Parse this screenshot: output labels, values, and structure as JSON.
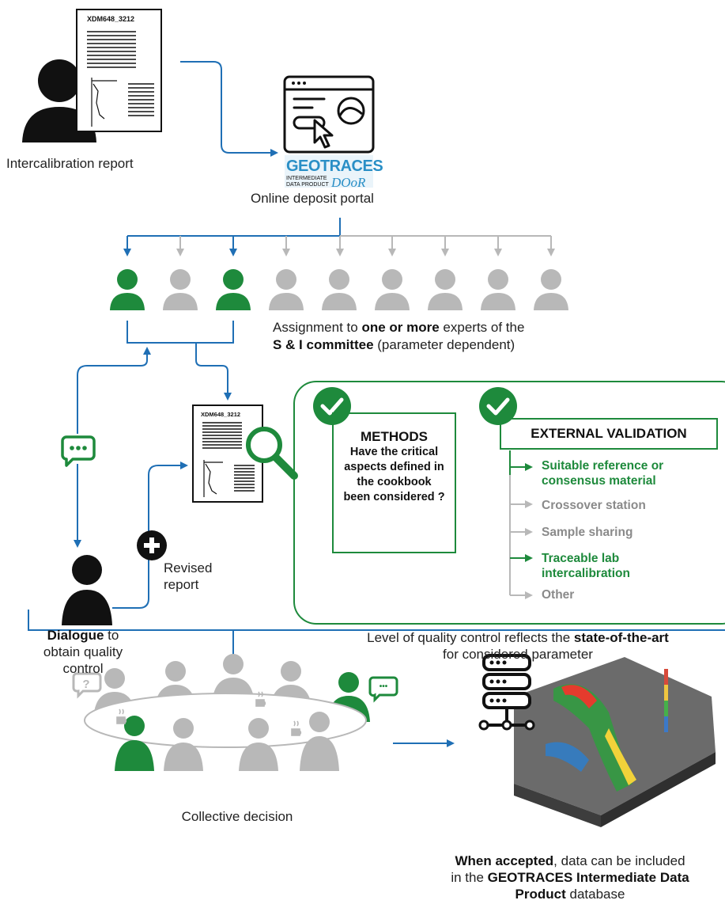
{
  "report_code": "XDM648_3212",
  "labels": {
    "intercal_report": "Intercalibration report",
    "portal_logo_top": "GEOTRACES",
    "portal_logo_sub1": "INTERMEDIATE",
    "portal_logo_sub2": "DATA PRODUCT",
    "portal_logo_door": "DOoR",
    "portal_caption": "Online deposit portal",
    "assign_pre": "Assignment to ",
    "assign_bold": "one or more",
    "assign_post": " experts of the",
    "assign_line2_bold": "S & I committee",
    "assign_line2_post": " (parameter dependent)",
    "methods_title": "METHODS",
    "methods_text": "Have the critical aspects defined in the cookbook been considered ?",
    "ext_title": "EXTERNAL VALIDATION",
    "revised_1": "Revised",
    "revised_2": "report",
    "dialogue_bold": "Dialogue",
    "dialogue_post": " to",
    "dialogue_line2": "obtain quality",
    "dialogue_line3": "control",
    "qc_pre": "Level of quality control reflects the ",
    "qc_bold": "state-of-the-art",
    "qc_line2": "for considered parameter",
    "collective": "Collective decision",
    "accepted_bold": "When accepted",
    "accepted_post": ", data can be included",
    "accepted_line2_pre": "in the ",
    "accepted_line2_bold": "GEOTRACES Intermediate Data",
    "accepted_line3_bold": "Product",
    "accepted_line3_post": " database",
    "question_mark": "?",
    "chat_dots": "•••"
  },
  "validation_items": [
    {
      "lines": [
        "Suitable reference or",
        "consensus material"
      ],
      "status": "selected"
    },
    {
      "lines": [
        "Crossover station"
      ],
      "status": "unselected"
    },
    {
      "lines": [
        "Sample sharing"
      ],
      "status": "unselected"
    },
    {
      "lines": [
        "Traceable lab",
        "intercalibration"
      ],
      "status": "selected"
    },
    {
      "lines": [
        "Other"
      ],
      "status": "unselected"
    }
  ],
  "experts": [
    {
      "selected": true
    },
    {
      "selected": false
    },
    {
      "selected": true
    },
    {
      "selected": false
    },
    {
      "selected": false
    },
    {
      "selected": false
    },
    {
      "selected": false
    },
    {
      "selected": false
    },
    {
      "selected": false
    }
  ],
  "colors": {
    "flow_blue": "#1f6fb5",
    "accent_green": "#1e8a3c",
    "inactive_grey": "#b8b8b8",
    "person_black": "#111111"
  },
  "icons": [
    "person-icon",
    "document-icon",
    "browser-window-icon",
    "cursor-icon",
    "magnifier-icon",
    "checkmark-icon",
    "chat-bubble-icon",
    "plus-icon",
    "server-icon",
    "coffee-cup-icon"
  ]
}
